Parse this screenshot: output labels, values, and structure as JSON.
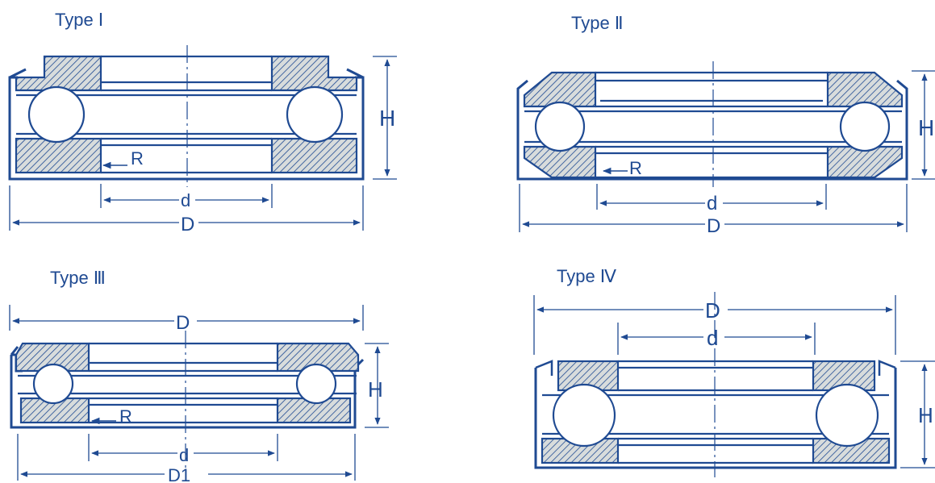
{
  "colors": {
    "line": "#1f4a92",
    "hatch_bg": "#d8dcdc",
    "text": "#1f4a92"
  },
  "diagrams": [
    {
      "title": "Type Ⅰ",
      "labels": {
        "H": "H",
        "R": "R",
        "d": "d",
        "D": "D"
      }
    },
    {
      "title": "Type Ⅱ",
      "labels": {
        "H": "H",
        "R": "R",
        "d": "d",
        "D": "D"
      }
    },
    {
      "title": "Type Ⅲ",
      "labels": {
        "D": "D",
        "H": "H",
        "R": "R",
        "d": "d",
        "D1": "D1"
      }
    },
    {
      "title": "Type Ⅳ",
      "labels": {
        "D": "D",
        "d": "d",
        "H": "H"
      }
    }
  ]
}
